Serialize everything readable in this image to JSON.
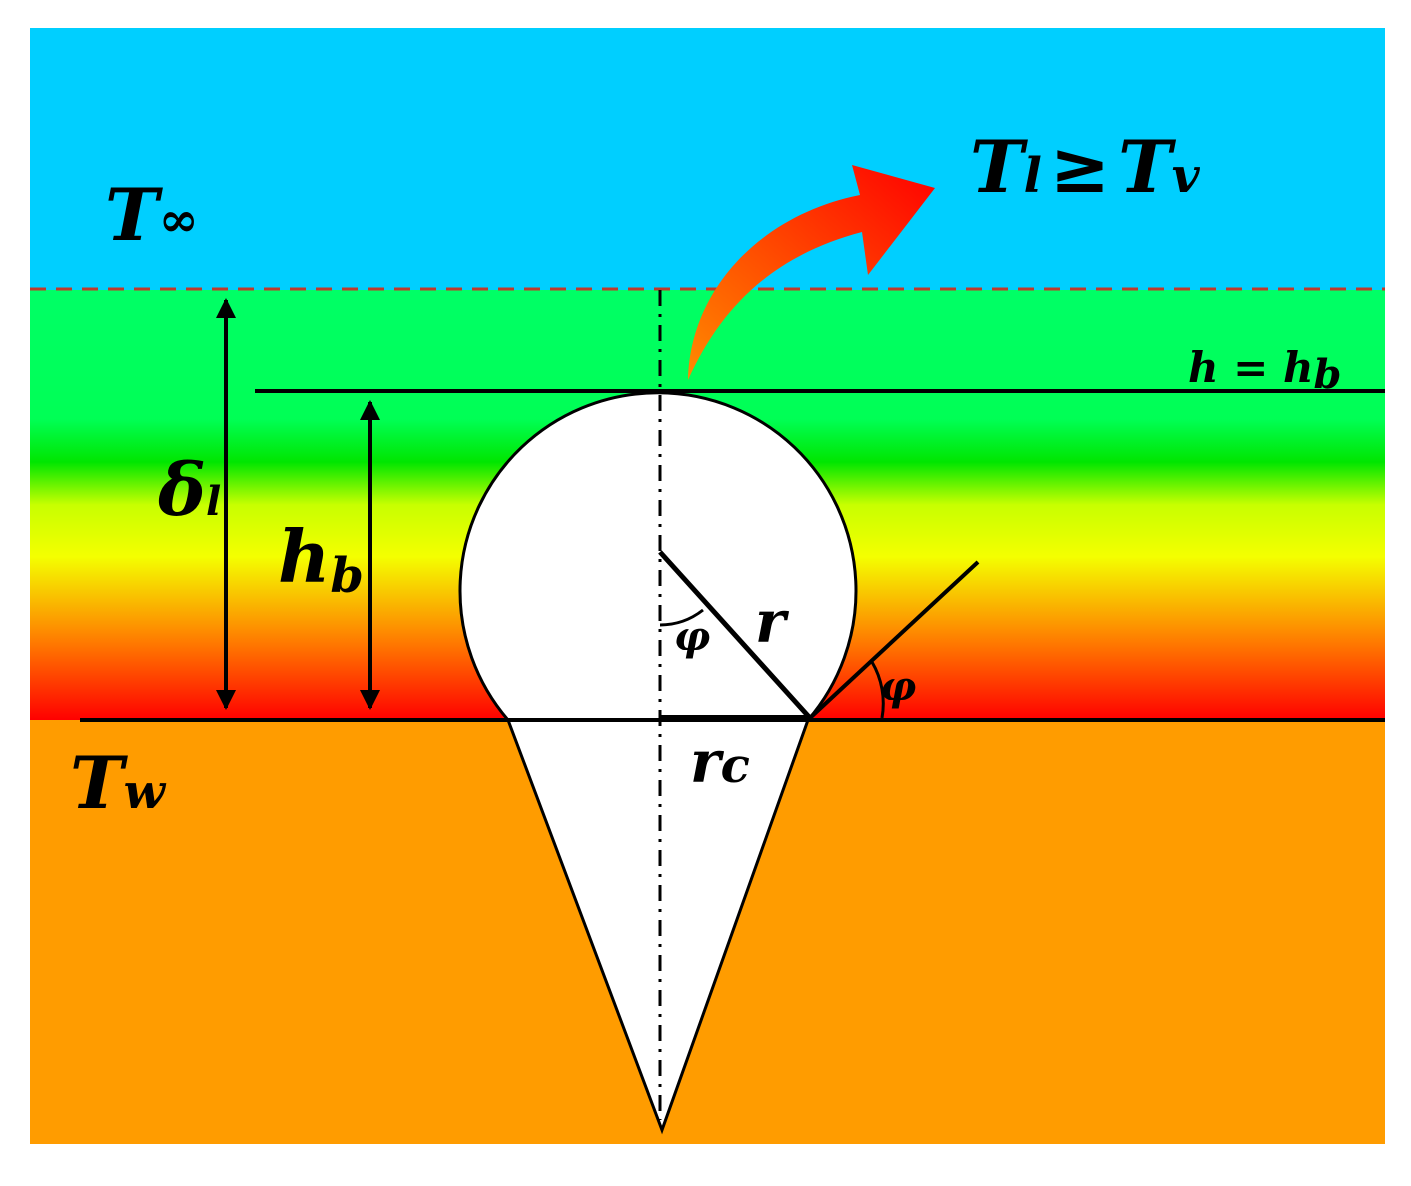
{
  "colors": {
    "ambient": "#00CFFF",
    "wall": "#FF9C00",
    "boundary_top": "#00FF66",
    "boundary_mid": "#F4FF00",
    "boundary_bottom": "#FF0000",
    "cavity": "#FFFFFF",
    "arrow_start": "#FF7A00",
    "arrow_end": "#FF0000",
    "dashed_line": "#C0392B"
  },
  "labels": {
    "t_inf_main": "T",
    "t_inf_sub": "∞",
    "t_l_main": "T",
    "t_l_sub": "l",
    "geq": "≥",
    "t_v_main": "T",
    "t_v_sub": "v",
    "delta_main": "δ",
    "delta_sub": "l",
    "hb_main": "h",
    "hb_sub": "b",
    "h_eq_left": "h = h",
    "h_eq_sub": "b",
    "r": "r",
    "rc_main": "r",
    "rc_sub": "c",
    "phi_inner": "φ",
    "phi_outer": "φ",
    "tw_main": "T",
    "tw_sub": "w"
  }
}
